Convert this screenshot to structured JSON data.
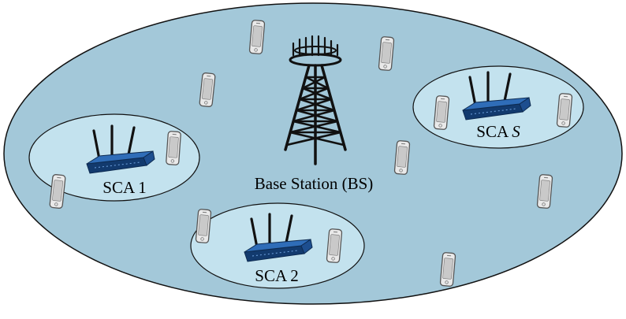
{
  "diagram": {
    "base_station": {
      "label": "Base Station (BS)"
    },
    "small_cell_areas": [
      {
        "label_prefix": "SCA ",
        "label_index": "1"
      },
      {
        "label_prefix": "SCA ",
        "label_index": "2"
      },
      {
        "label_prefix": "SCA ",
        "label_index": "S"
      }
    ],
    "icons": {
      "tower": "cell-tower-icon",
      "router": "wireless-router-icon",
      "phone": "smartphone-icon"
    },
    "colors": {
      "macro_cell_fill": "#a3c8d9",
      "small_cell_fill": "#c3e2ee",
      "outline": "#111111",
      "router_body": "#1d4e8f",
      "router_top": "#2f6db8",
      "phone_body": "#e9e9e9",
      "phone_screen": "#c9c9c9"
    }
  }
}
